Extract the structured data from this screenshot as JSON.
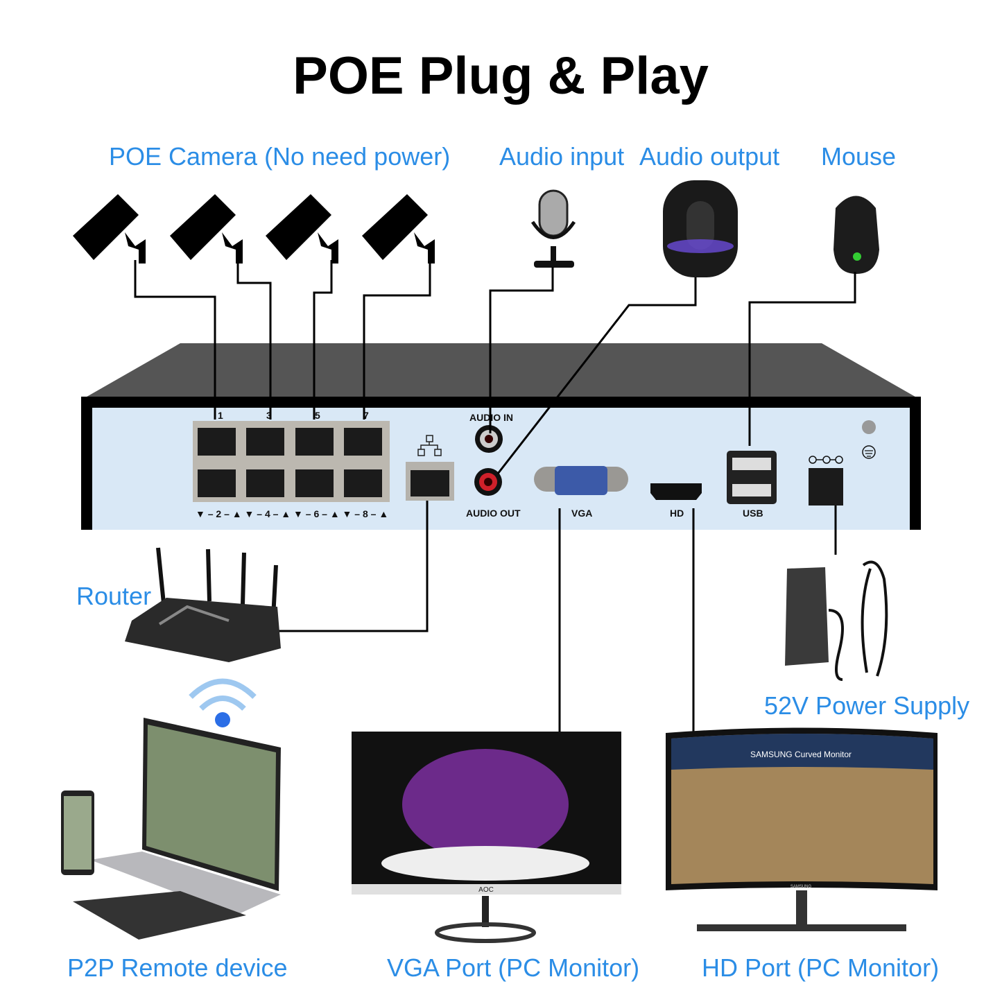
{
  "title": "POE Plug & Play",
  "labels": {
    "poe_camera": "POE Camera (No need power)",
    "audio_input": "Audio input",
    "audio_output": "Audio output",
    "mouse": "Mouse",
    "router": "Router",
    "power_supply": "52V Power Supply",
    "p2p": "P2P Remote device",
    "vga_monitor": "VGA Port (PC Monitor)",
    "hd_monitor": "HD Port (PC Monitor)"
  },
  "nvr": {
    "poe_top_numbers": [
      "1",
      "3",
      "5",
      "7"
    ],
    "poe_bottom_row": "▼ – 2 – ▲ ▼ – 4 – ▲ ▼ – 6 – ▲ ▼ – 8 – ▲",
    "audio_in": "AUDIO IN",
    "audio_out": "AUDIO OUT",
    "vga": "VGA",
    "hd": "HD",
    "usb": "USB"
  },
  "logos": {
    "vga_monitor_brand": "AOC",
    "hd_monitor_header": "SAMSUNG Curved Monitor",
    "hd_monitor_brand": "SAMSUNG"
  },
  "colors": {
    "label_blue": "#2b8de6",
    "panel": "#d9e8f6",
    "chassis": "#555555"
  }
}
